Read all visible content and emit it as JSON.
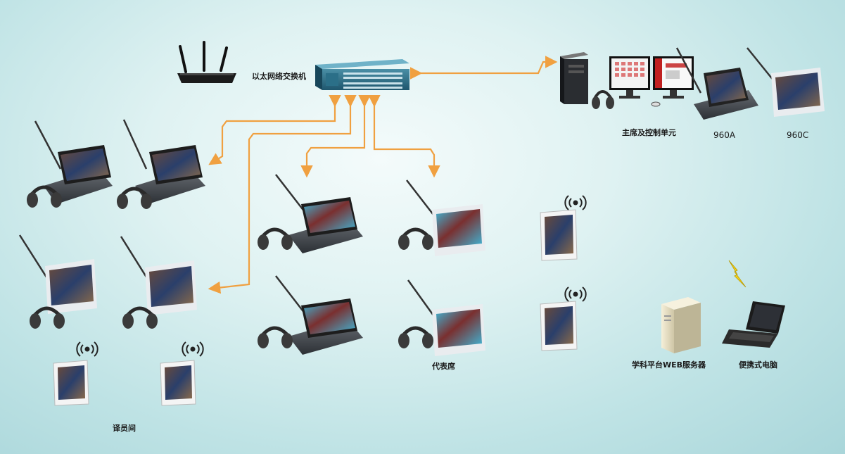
{
  "labels": {
    "switch": "以太网络交换机",
    "chairman_control": "主席及控制单元",
    "model_a": "960A",
    "model_c": "960C",
    "delegates": "代表席",
    "interpreters": "译员间",
    "web_server": "学科平台WEB服务器",
    "laptop": "便携式电脑"
  },
  "colors": {
    "link": "#f0a040",
    "background": "#cfeaea"
  }
}
